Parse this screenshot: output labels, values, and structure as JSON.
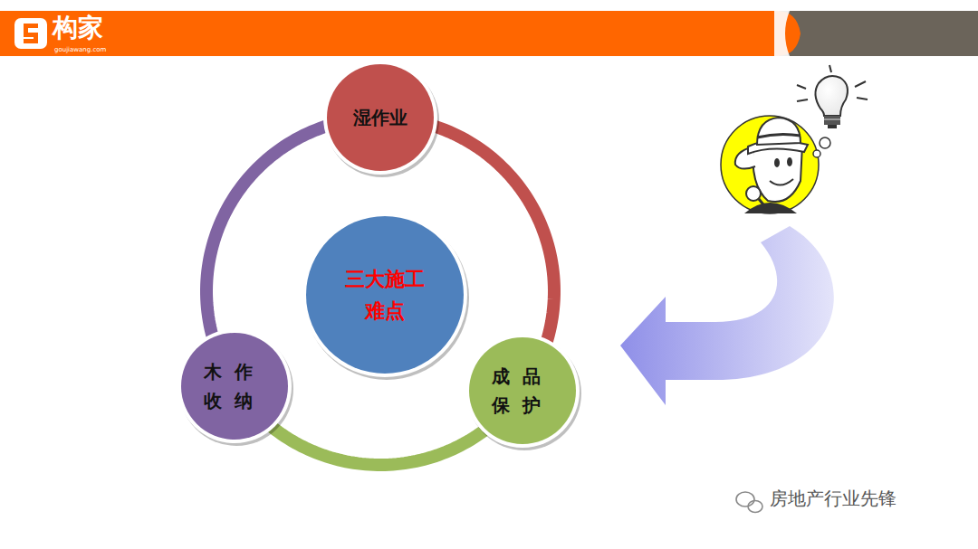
{
  "diagram": {
    "nodes": [
      {
        "text": [
          "湿作业"
        ]
      },
      {
        "text": [
          "三大施工 难点"
        ]
      },
      {
        "text": [
          "木作 收纳"
        ]
      },
      {
        "text": [
          "成品 保护"
        ]
      }
    ],
    "edges": [
      {
        "from": 0,
        "to": 3,
        "arrow": "none"
      },
      {
        "from": 3,
        "to": 2,
        "arrow": "none"
      },
      {
        "from": 2,
        "to": 0,
        "arrow": "none"
      }
    ],
    "labels": [
      "构家",
      "goujiawang.com",
      "房地产行业先锋"
    ]
  }
}
